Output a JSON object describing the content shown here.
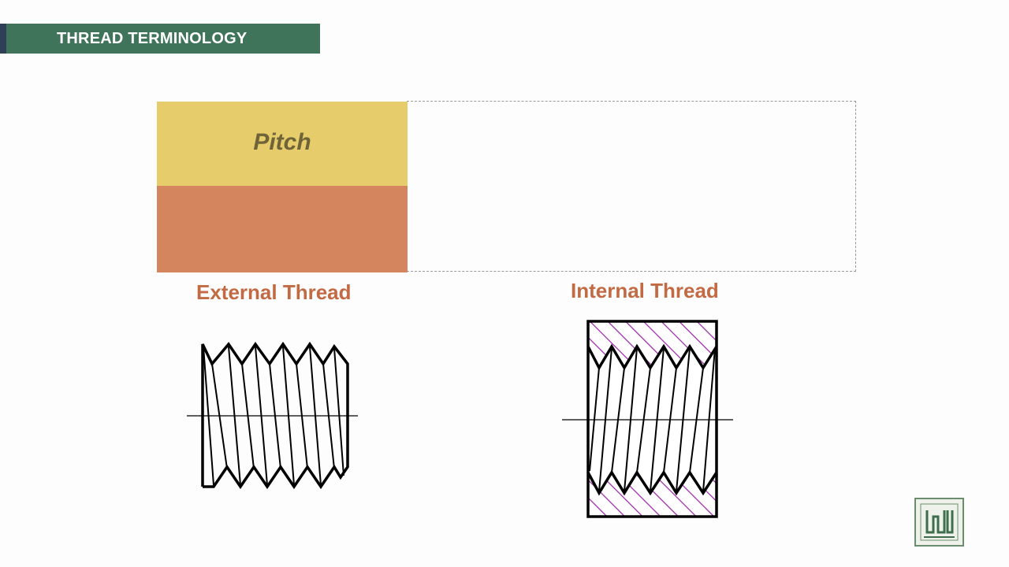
{
  "header": {
    "title": "THREAD TERMINOLOGY"
  },
  "terms": {
    "active_term": "Pitch"
  },
  "captions": {
    "external": "External Thread",
    "internal": "Internal Thread"
  },
  "colors": {
    "title_bar": "#3f745a",
    "pitch_box": "#e6cc6a",
    "second_box": "#d4855e",
    "caption": "#c26a43",
    "hatch": "#9a2aa8"
  },
  "logo": {
    "name": "university-logo"
  }
}
